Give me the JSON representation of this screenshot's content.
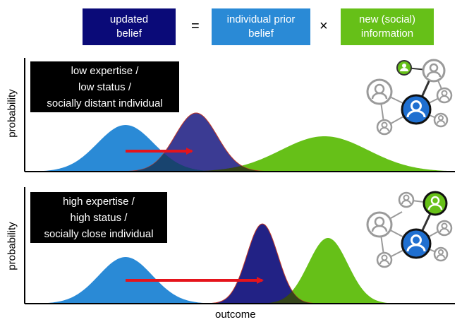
{
  "equation": {
    "updated_belief": "updated\nbelief",
    "equals": "=",
    "prior_belief": "individual prior\nbelief",
    "times": "×",
    "new_info": "new (social)\ninformation"
  },
  "panels": [
    {
      "label_lines": [
        "low expertise /",
        "low status /",
        "socially distant individual"
      ],
      "ylabel": "probability"
    },
    {
      "label_lines": [
        "high expertise /",
        "high status /",
        "socially close individual"
      ],
      "ylabel": "probability"
    }
  ],
  "xlabel": "outcome",
  "colors": {
    "updated": "#0a0a78",
    "prior": "#2a8ad6",
    "new": "#66c018",
    "arrow": "#e5141c",
    "network_gray": "#9a9a9a"
  }
}
